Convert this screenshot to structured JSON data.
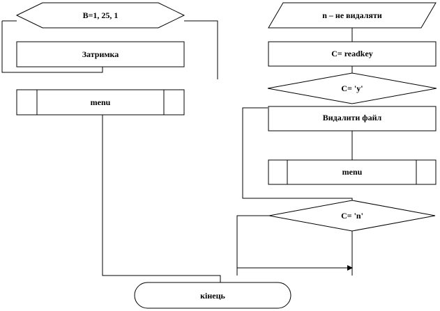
{
  "nodes": {
    "loop": "B=1, 25, 1",
    "delay": "Затримка",
    "menu_left": "menu",
    "io_no_delete": "n – не видаляти",
    "readkey": "C= readkey",
    "cond_y": "C= 'y'",
    "delete_file": "Видалити файл",
    "menu_right": "menu",
    "cond_n": "C= 'n'",
    "end": "кінець"
  }
}
